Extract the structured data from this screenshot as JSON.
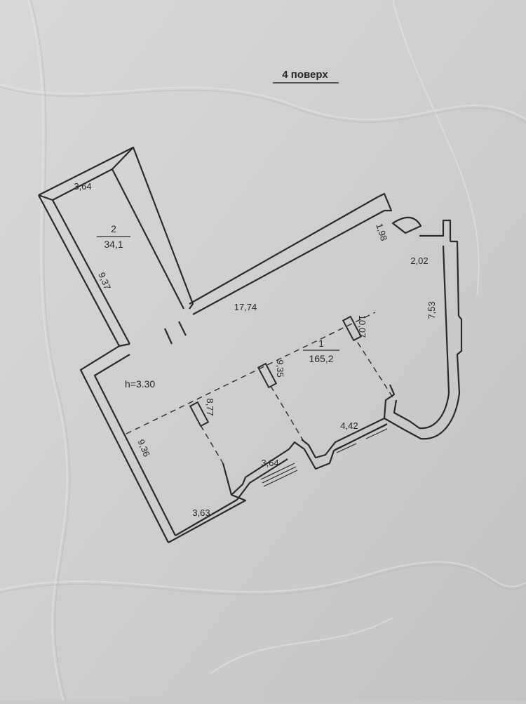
{
  "floor_title": "4 поверх",
  "rooms": [
    {
      "number": "1",
      "area": "165,2"
    },
    {
      "number": "2",
      "area": "34,1"
    }
  ],
  "ceiling_height": "h=3.30",
  "dimensions": {
    "room2_top": "3,64",
    "room2_side": "9,37",
    "north_wall": "17,74",
    "notch": "1,98",
    "east_step": "2,02",
    "east_wall": "7,53",
    "column_right": "10,07",
    "column_mid": "9,35",
    "column_left": "8,77",
    "west_wall": "9,36",
    "south_left": "3,63",
    "south_mid": "3,64",
    "south_right": "4,42"
  },
  "colors": {
    "paper": "#d2d2d0",
    "line": "#2a2a2a",
    "ink": "#262626"
  }
}
